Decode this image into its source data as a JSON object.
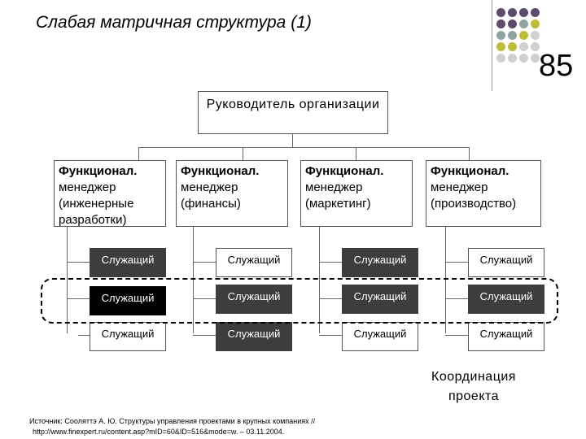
{
  "slide": {
    "title": "Слабая матричная структура (1)",
    "page_number": "85"
  },
  "decoration": {
    "dot_colors": [
      "#5e4a6b",
      "#8fa3a0",
      "#bdbd3a",
      "#d0d0d0"
    ]
  },
  "org": {
    "head": "Руководитель организации",
    "managers": [
      {
        "title": "Функционал.",
        "role": "менеджер",
        "area": "(инженерные разработки)",
        "employees": [
          "Служащий",
          "Служащий",
          "Служащий"
        ]
      },
      {
        "title": "Функционал.",
        "role": "менеджер",
        "area": "(финансы)",
        "employees": [
          "Служащий",
          "Служащий",
          "Служащий"
        ]
      },
      {
        "title": "Функционал.",
        "role": "менеджер",
        "area": "(маркетинг)",
        "employees": [
          "Служащий",
          "Служащий",
          "Служащий"
        ]
      },
      {
        "title": "Функционал.",
        "role": "менеджер",
        "area": "(производство)",
        "employees": [
          "Служащий",
          "Служащий",
          "Служащий"
        ]
      }
    ],
    "coordination_label": "Координация проекта"
  },
  "source": {
    "line1": "Источник: Сооляттэ А. Ю. Структуры управления проектами в крупных компаниях //",
    "line2": "http://www.finexpert.ru/content.asp?mID=60&ID=516&mode=w. – 03.11.2004."
  }
}
